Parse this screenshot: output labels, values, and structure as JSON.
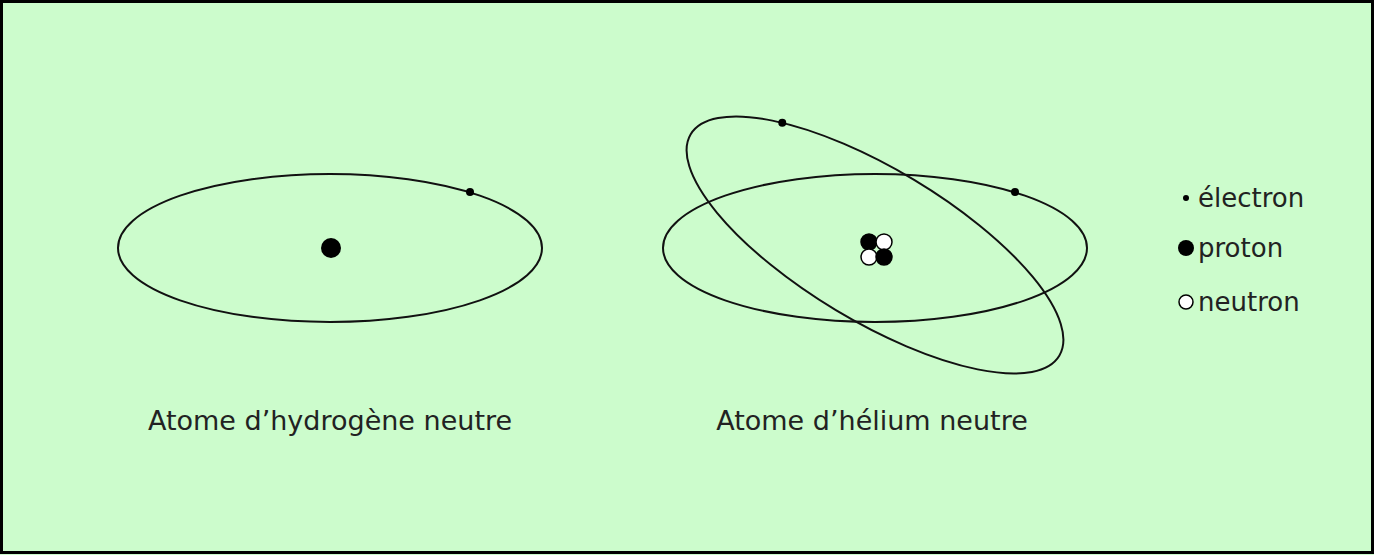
{
  "diagram": {
    "labels": [
      "Atome d’hydrogène neutre",
      "Atome d’hélium neutre"
    ],
    "legend": [
      {
        "text": "électron"
      },
      {
        "text": "proton"
      },
      {
        "text": "neutron"
      }
    ]
  }
}
